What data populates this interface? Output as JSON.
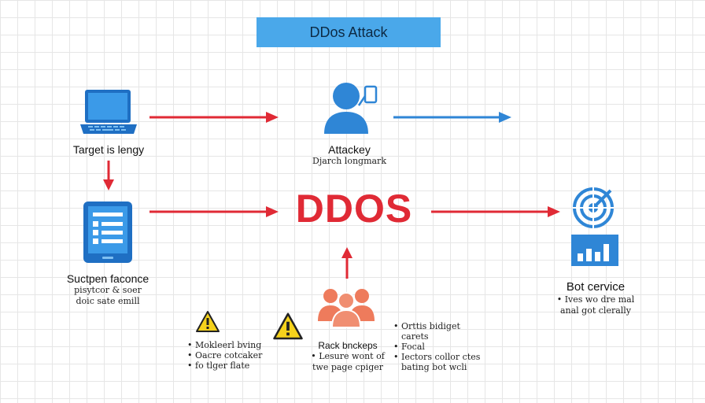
{
  "title": "DDos Attack",
  "center_label": "DDOS",
  "nodes": {
    "target": {
      "label": "Target is lengy"
    },
    "attacker": {
      "label": "Attackey",
      "sub": "Djarch longmark"
    },
    "tablet": {
      "label": "Suctpen faconce",
      "sub": [
        "pisytcor & soer",
        "doic sate emill"
      ]
    },
    "bot": {
      "label": "Bot cervice",
      "sub": [
        "• Ives wo dre mal",
        "anal got clerally"
      ]
    },
    "crowd": {
      "label": "Rack bnckeps",
      "sub": [
        "• Lesure wont of",
        "twe page cpiger"
      ]
    }
  },
  "warning_list": [
    "Mokleerl bving",
    "Oacre cotcaker",
    "fo tlger flate"
  ],
  "right_list": [
    {
      "text": "Orttis bidiget",
      "bullet": true
    },
    {
      "text": "carets",
      "bullet": false
    },
    {
      "text": "Focal",
      "bullet": true
    },
    {
      "text": "Iectors collor ctes",
      "bullet": true
    },
    {
      "text": "bating bot wcli",
      "bullet": false
    }
  ],
  "colors": {
    "accent_red": "#e02a35",
    "accent_blue": "#2f86d6",
    "title_bg": "#4aa8ea",
    "warning": "#f5d21c",
    "crowd": "#ee7b5c"
  },
  "icons": [
    "laptop-icon",
    "user-icon",
    "tablet-icon",
    "radar-icon",
    "bar-chart-icon",
    "warning-icon",
    "crowd-icon"
  ]
}
